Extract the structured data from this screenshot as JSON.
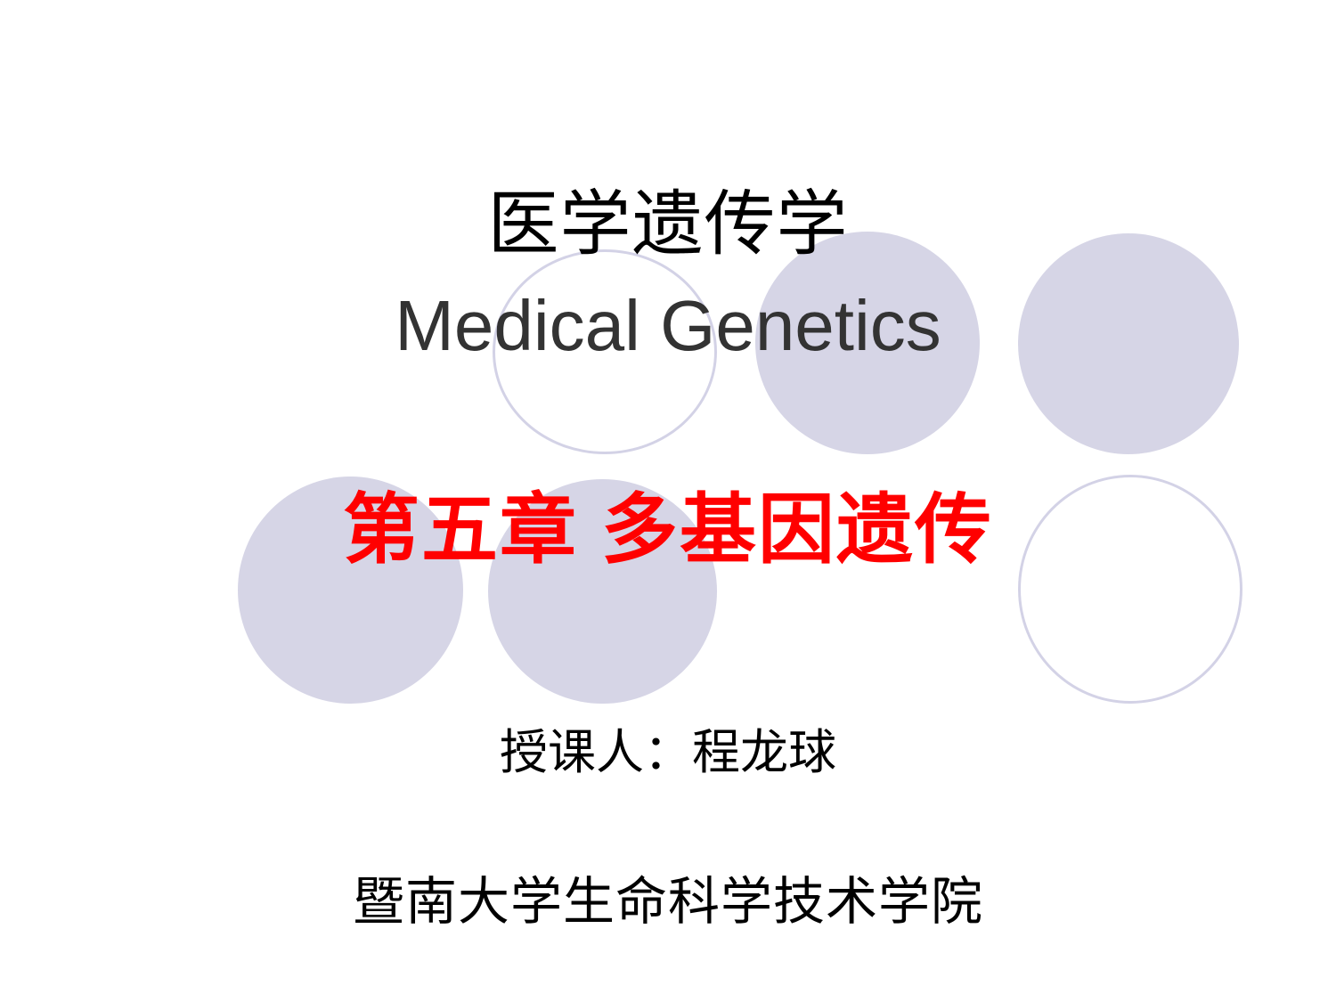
{
  "slide": {
    "background_color": "#ffffff",
    "title_cn": "医学遗传学",
    "title_en": "Medical Genetics",
    "chapter_title": "第五章  多基因遗传",
    "presenter": "授课人：程龙球",
    "institution": "暨南大学生命科学技术学院"
  },
  "colors": {
    "title_cn": "#000000",
    "title_en": "#333333",
    "chapter_title": "#ff0000",
    "presenter": "#000000",
    "institution": "#000000",
    "circle_fill": "#d6d5e6",
    "circle_outline": "#d3d2e6"
  },
  "decor": {
    "circles": [
      {
        "name": "circle-outline-top-left",
        "style": "outline"
      },
      {
        "name": "circle-fill-top-mid",
        "style": "fill"
      },
      {
        "name": "circle-fill-top-right",
        "style": "fill"
      },
      {
        "name": "circle-fill-bottom-left",
        "style": "fill"
      },
      {
        "name": "circle-fill-bottom-mid",
        "style": "fill"
      },
      {
        "name": "circle-outline-bottom-right",
        "style": "outline"
      }
    ]
  }
}
